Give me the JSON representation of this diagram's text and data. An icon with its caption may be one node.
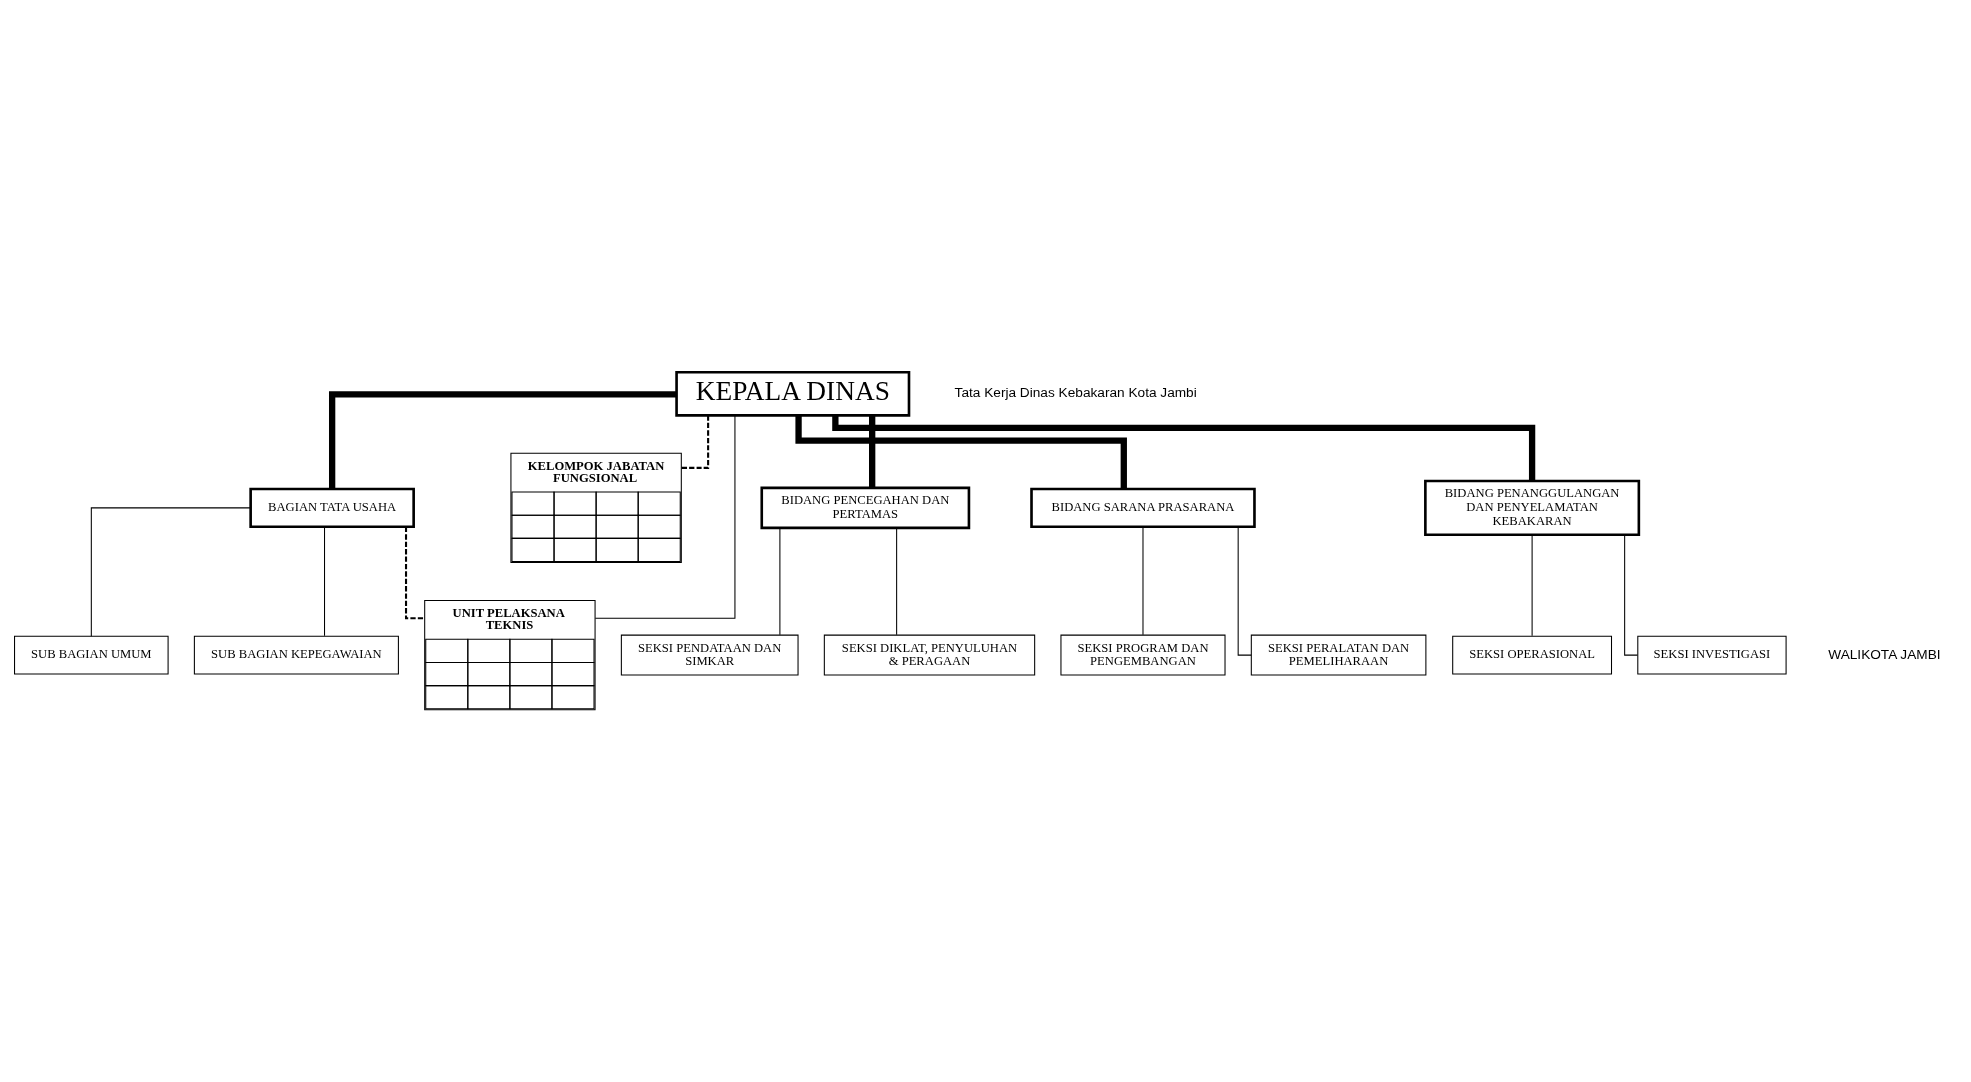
{
  "diagram": {
    "nodes": [
      {
        "text": [
          "KEPALA DINAS"
        ]
      },
      {
        "text": [
          "BAGIAN TATA USAHA"
        ]
      },
      {
        "text": [
          "SUB BAGIAN UMUM"
        ]
      },
      {
        "text": [
          "SUB BAGIAN KEPEGAWAIAN"
        ]
      },
      {
        "text": [
          "KELOMPOK JABATAN FUNGSIONAL"
        ]
      },
      {
        "text": [
          "BIDANG PENCEGAHAN DAN PERTAMAS"
        ]
      },
      {
        "text": [
          "BIDANG SARANA PRASARANA"
        ]
      },
      {
        "text": [
          "BIDANG PENANGGULANGAN DAN PENYELAMATAN KEBAKARAN"
        ]
      },
      {
        "text": [
          "SEKSI PENDATAAN DAN SIMKAR"
        ]
      },
      {
        "text": [
          "SEKSI DIKLAT, PENYULUHAN & PERAGAAN"
        ]
      },
      {
        "text": [
          "SEKSI PROGRAM DAN PENGEMBANGAN"
        ]
      },
      {
        "text": [
          "SEKSI PERALATAN DAN PEMELIHARAAN"
        ]
      },
      {
        "text": [
          "SEKSI OPERASIONAL"
        ]
      },
      {
        "text": [
          "SEKSI INVESTIGASI"
        ]
      },
      {
        "text": [
          "UNIT PELAKSANA TEKNIS"
        ]
      }
    ],
    "edges": [
      {
        "from": 0,
        "to": 1,
        "arrow": "none",
        "style": "thick"
      },
      {
        "from": 1,
        "to": 2,
        "arrow": "none"
      },
      {
        "from": 1,
        "to": 3,
        "arrow": "none"
      },
      {
        "from": 0,
        "to": 4,
        "arrow": "none",
        "style": "dashed"
      },
      {
        "from": 0,
        "to": 5,
        "arrow": "none",
        "style": "thick"
      },
      {
        "from": 0,
        "to": 6,
        "arrow": "none",
        "style": "thick"
      },
      {
        "from": 0,
        "to": 7,
        "arrow": "none",
        "style": "thick"
      },
      {
        "from": 5,
        "to": 8,
        "arrow": "none"
      },
      {
        "from": 5,
        "to": 9,
        "arrow": "none"
      },
      {
        "from": 6,
        "to": 10,
        "arrow": "none"
      },
      {
        "from": 6,
        "to": 11,
        "arrow": "none"
      },
      {
        "from": 7,
        "to": 12,
        "arrow": "none"
      },
      {
        "from": 7,
        "to": 13,
        "arrow": "none"
      },
      {
        "from": 0,
        "to": 14,
        "arrow": "none"
      },
      {
        "from": 1,
        "to": 14,
        "arrow": "none",
        "style": "dashed"
      }
    ],
    "labels": [
      "Tata Kerja Dinas Kebakaran Kota Jambi",
      "WALIKOTA JAMBI"
    ]
  }
}
